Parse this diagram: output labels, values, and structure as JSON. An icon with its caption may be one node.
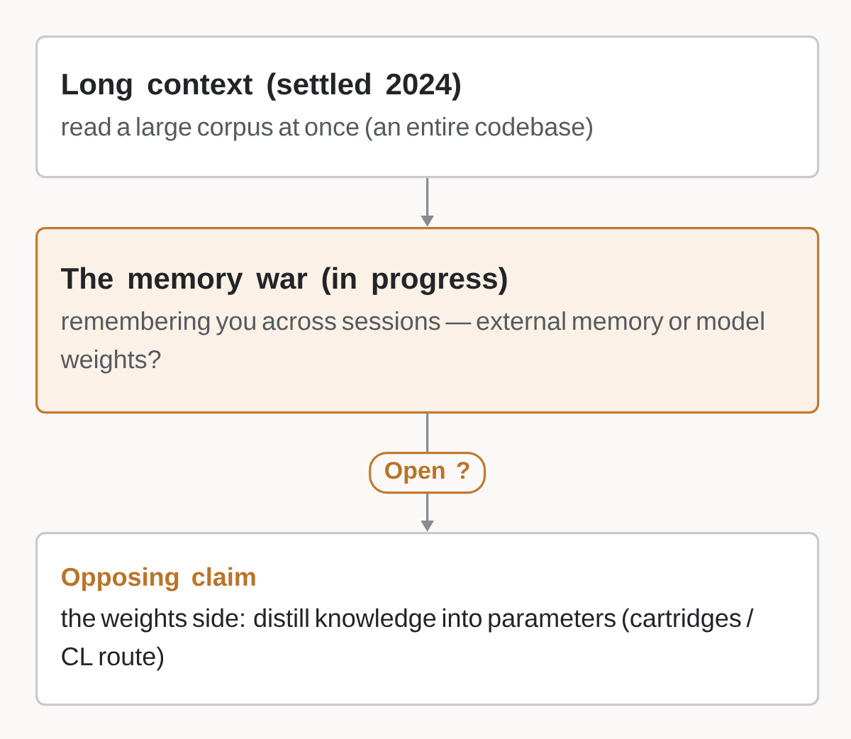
{
  "diagram": {
    "nodes": [
      {
        "text": [
          "Long context (settled 2024)",
          "read a large corpus at once (an entire codebase)"
        ]
      },
      {
        "text": [
          "The memory war (in progress)",
          "remembering you across sessions — external memory or model weights?"
        ]
      },
      {
        "text": [
          "Opposing claim",
          "the weights side: distill knowledge into parameters (cartridges / CL route)"
        ]
      }
    ],
    "edges": [
      {
        "from": 0,
        "to": 1,
        "arrow": "to"
      },
      {
        "from": 1,
        "to": 2,
        "arrow": "to",
        "label": "Open ?"
      }
    ]
  }
}
